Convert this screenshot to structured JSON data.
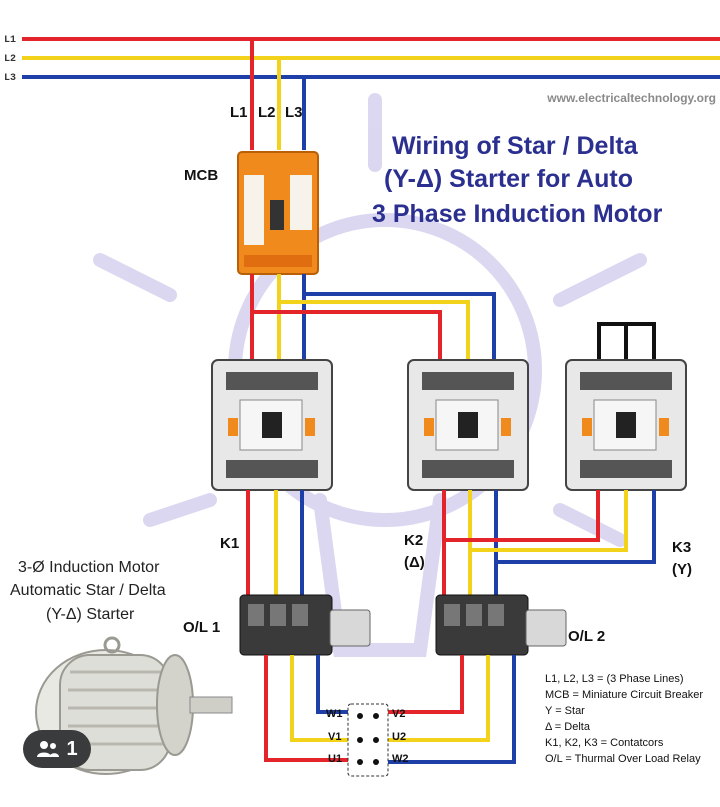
{
  "title": {
    "line1": "Wiring of Star / Delta",
    "line2": "(Y-Δ) Starter for Auto",
    "line3": "3 Phase Induction Motor"
  },
  "watermark": "www.electricaltechnology.org",
  "supply_labels": [
    "L1",
    "L2",
    "L3"
  ],
  "mcb_terminals": [
    "L1",
    "L2",
    "L3"
  ],
  "labels": {
    "mcb": "MCB",
    "k1": "K1",
    "k2": "K2",
    "k2_sub": "(Δ)",
    "k3": "K3",
    "k3_sub": "(Y)",
    "ol1": "O/L 1",
    "ol2": "O/L 2"
  },
  "motor_caption": {
    "line1": "3-Ø Induction Motor",
    "line2": "Automatic Star / Delta",
    "line3": "(Y-Δ) Starter"
  },
  "terminals": {
    "left": [
      "W1",
      "V1",
      "U1"
    ],
    "right": [
      "V2",
      "U2",
      "W2"
    ]
  },
  "legend": [
    "L1, L2, L3 = (3 Phase Lines)",
    "MCB = Miniature Circuit Breaker",
    "Y = Star",
    "Δ = Delta",
    "K1, K2, K3 = Contatcors",
    "O/L = Thurmal Over Load Relay"
  ],
  "badge": {
    "count": "1",
    "icon": "people-icon"
  },
  "colors": {
    "phase1": "#e3242b",
    "phase2": "#f2d21b",
    "phase3": "#1f3fa8",
    "title": "#2b2f8f",
    "mcb": "#f08a1c",
    "contactor": "#e8e8e8"
  }
}
